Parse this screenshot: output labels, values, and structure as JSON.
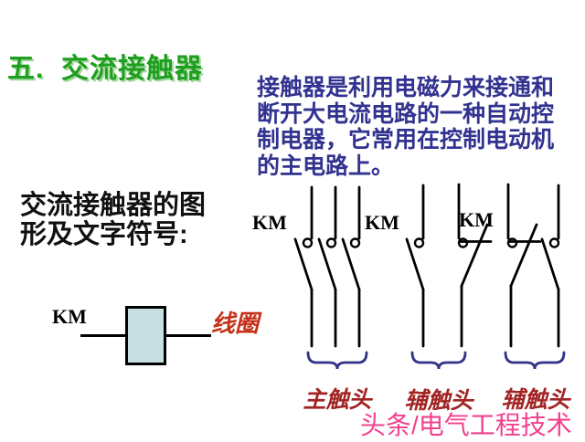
{
  "slide": {
    "title": "五.  交流接触器",
    "intro_lines": [
      "接触器是利用电磁力来接通和",
      "断开大电流电路的一种自动控",
      "制电器，它常用在控制电动机",
      "的主电路上。"
    ],
    "caption_lines": [
      "交流接触器的图",
      "形及文字符号:"
    ],
    "coil": {
      "km": "KM",
      "label": "线圈"
    },
    "contact_groups": [
      {
        "km": "KM",
        "label": "主触头",
        "contacts": "three normally-open main contacts"
      },
      {
        "km": "KM",
        "label": "辅触头",
        "contacts": "normally-open + normally-closed auxiliary contacts"
      },
      {
        "km": "KM",
        "label": "辅触头",
        "contacts": "normally-closed + normally-open auxiliary contacts"
      }
    ],
    "watermark": "头条/电气工程技术",
    "colors": {
      "title_green": "#1f9f1f",
      "intro_navy": "#323290",
      "coil_label_red": "#c43018",
      "group_label_red": "#a32424",
      "brace_navy": "#333388",
      "watermark_pink": "#f2418f",
      "coil_fill": "#c9e0e3"
    }
  }
}
